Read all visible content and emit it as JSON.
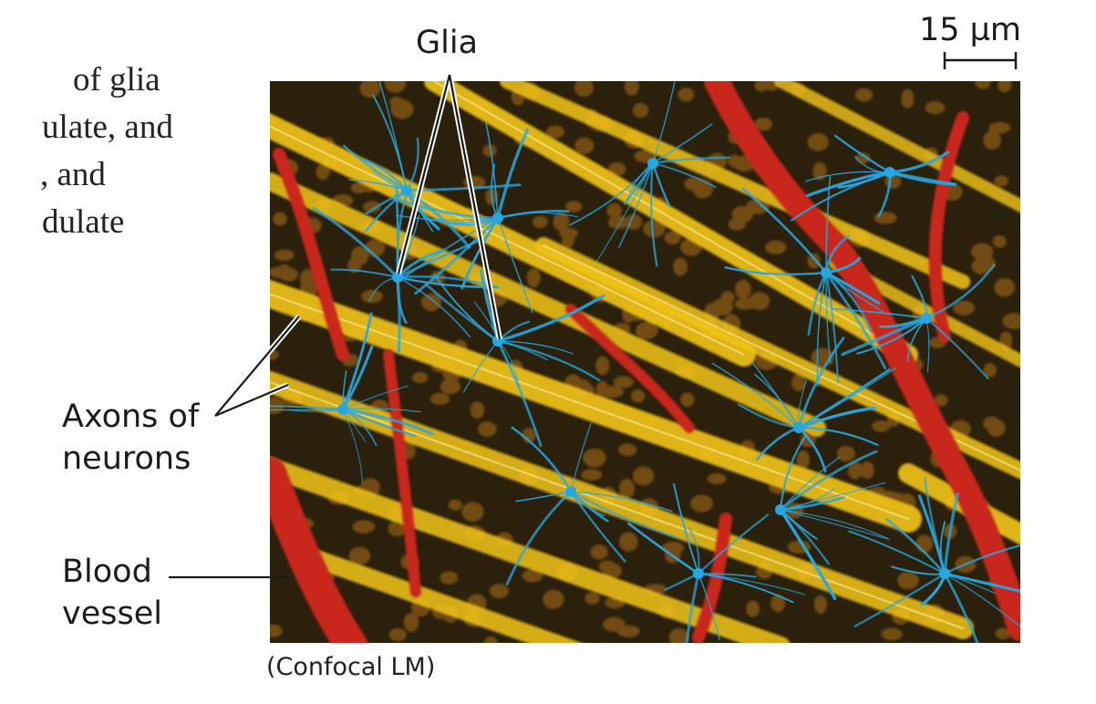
{
  "text_fragments": [
    "of glia",
    "ulate, and",
    ", and",
    "dulate"
  ],
  "labels": {
    "glia": "Glia",
    "axons_line1": "Axons of",
    "axons_line2": "neurons",
    "blood_line1": "Blood",
    "blood_line2": "vessel",
    "scale": "15 µm",
    "caption": "(Confocal LM)"
  },
  "colors": {
    "axon": "#f2c419",
    "glia": "#27a6e0",
    "vessel": "#c9281c",
    "background": "#2a200c",
    "nuclei": "#8a5a14"
  }
}
